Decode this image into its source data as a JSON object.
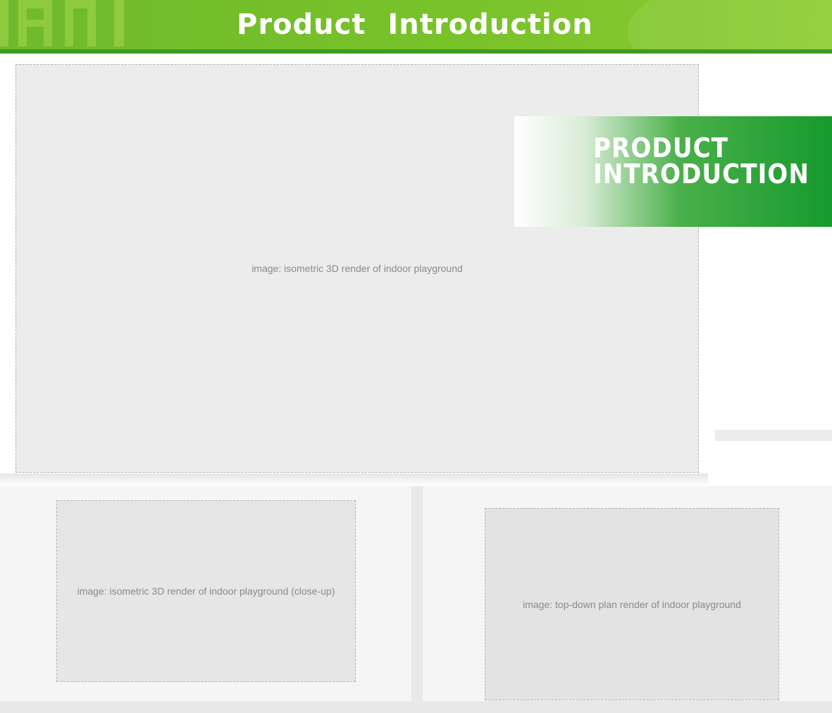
{
  "header": {
    "title": "Product Introduction",
    "accent_color": "#78c22a",
    "rule_color": "#3f9a22"
  },
  "banner": {
    "line1": "PRODUCT",
    "line2": "INTRODUCTION",
    "color": "#169a2c"
  },
  "images": {
    "main": "image: isometric 3D render of indoor playground",
    "bottom_left": "image: isometric 3D render of indoor playground (close-up)",
    "bottom_right": "image: top-down plan render of indoor playground"
  }
}
